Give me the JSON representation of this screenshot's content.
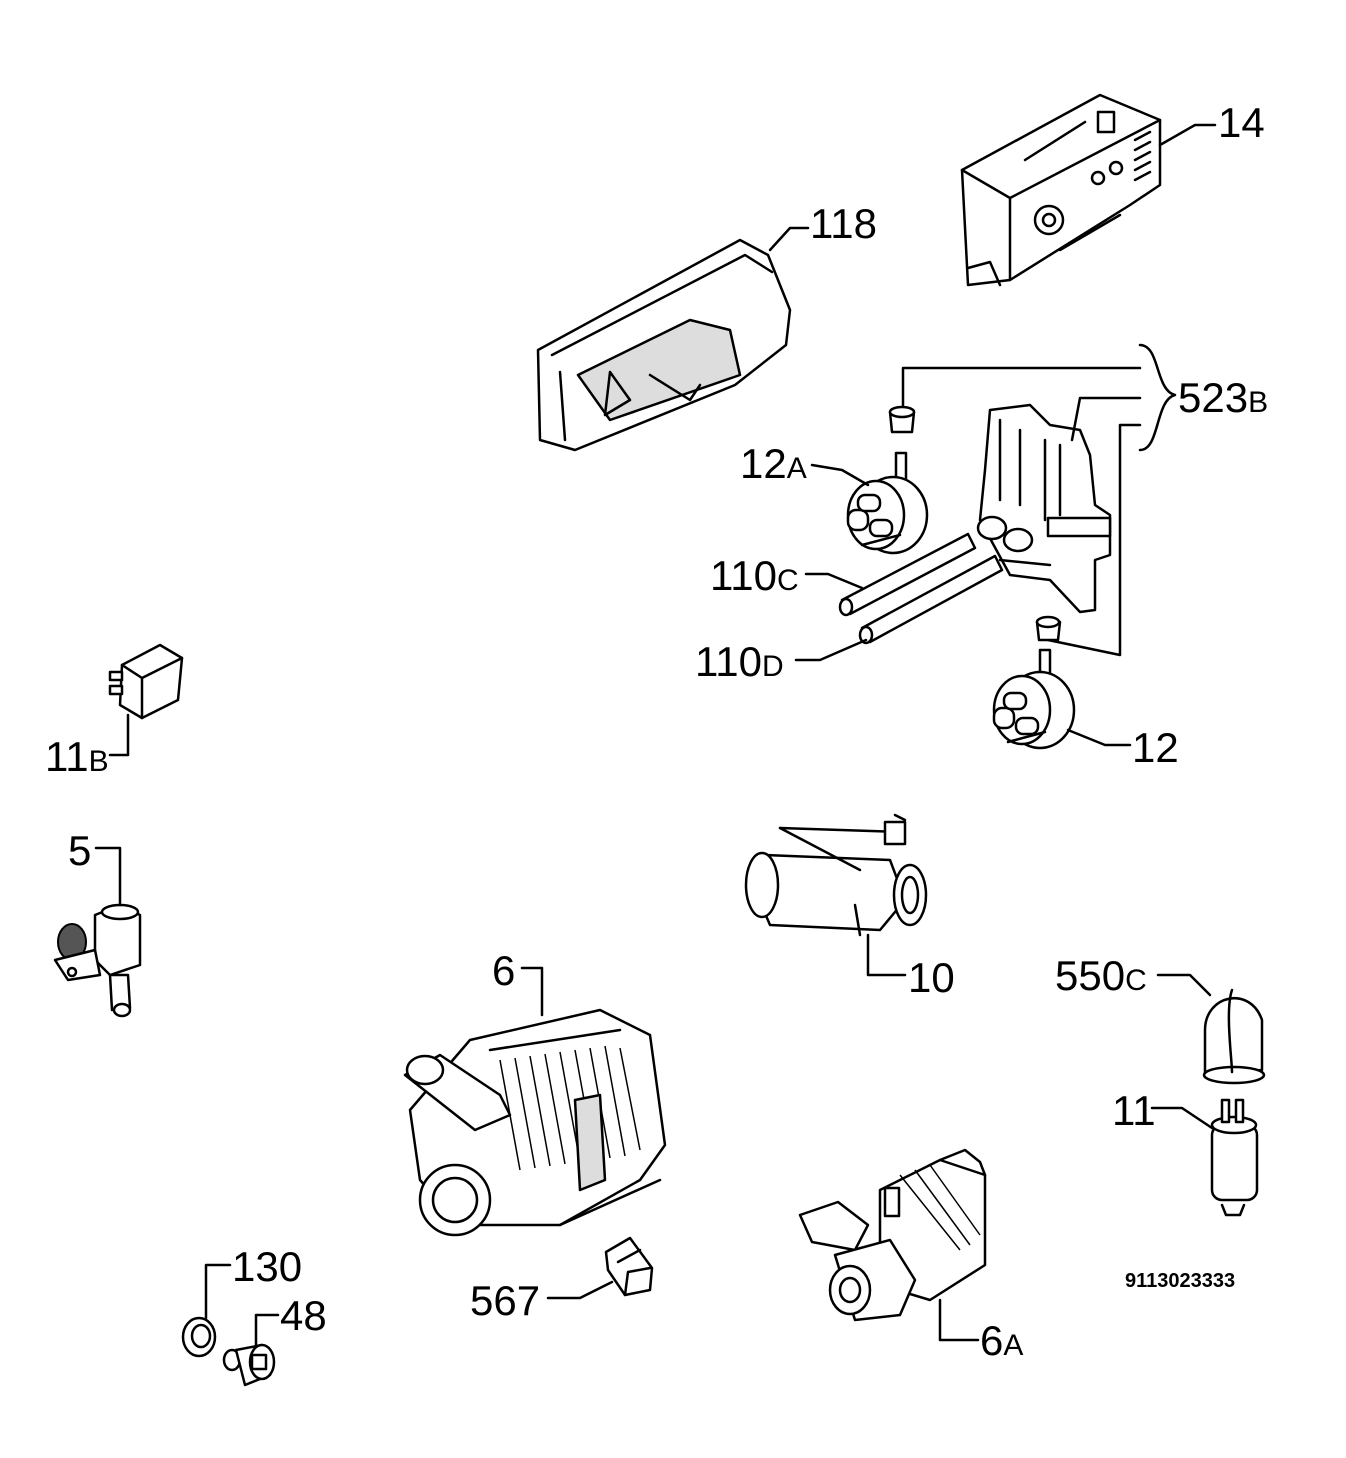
{
  "diagram_code": "9113023333",
  "labels": {
    "p14": {
      "num": "14",
      "sub": ""
    },
    "p118": {
      "num": "118",
      "sub": ""
    },
    "p523b": {
      "num": "523",
      "sub": "B"
    },
    "p12a": {
      "num": "12",
      "sub": "A"
    },
    "p110c": {
      "num": "110",
      "sub": "C"
    },
    "p110d": {
      "num": "110",
      "sub": "D"
    },
    "p12": {
      "num": "12",
      "sub": ""
    },
    "p11b": {
      "num": "11",
      "sub": "B"
    },
    "p5": {
      "num": "5",
      "sub": ""
    },
    "p10": {
      "num": "10",
      "sub": ""
    },
    "p6": {
      "num": "6",
      "sub": ""
    },
    "p550c": {
      "num": "550",
      "sub": "C"
    },
    "p11": {
      "num": "11",
      "sub": ""
    },
    "p130": {
      "num": "130",
      "sub": ""
    },
    "p48": {
      "num": "48",
      "sub": ""
    },
    "p567": {
      "num": "567",
      "sub": ""
    },
    "p6a": {
      "num": "6",
      "sub": "A"
    }
  }
}
